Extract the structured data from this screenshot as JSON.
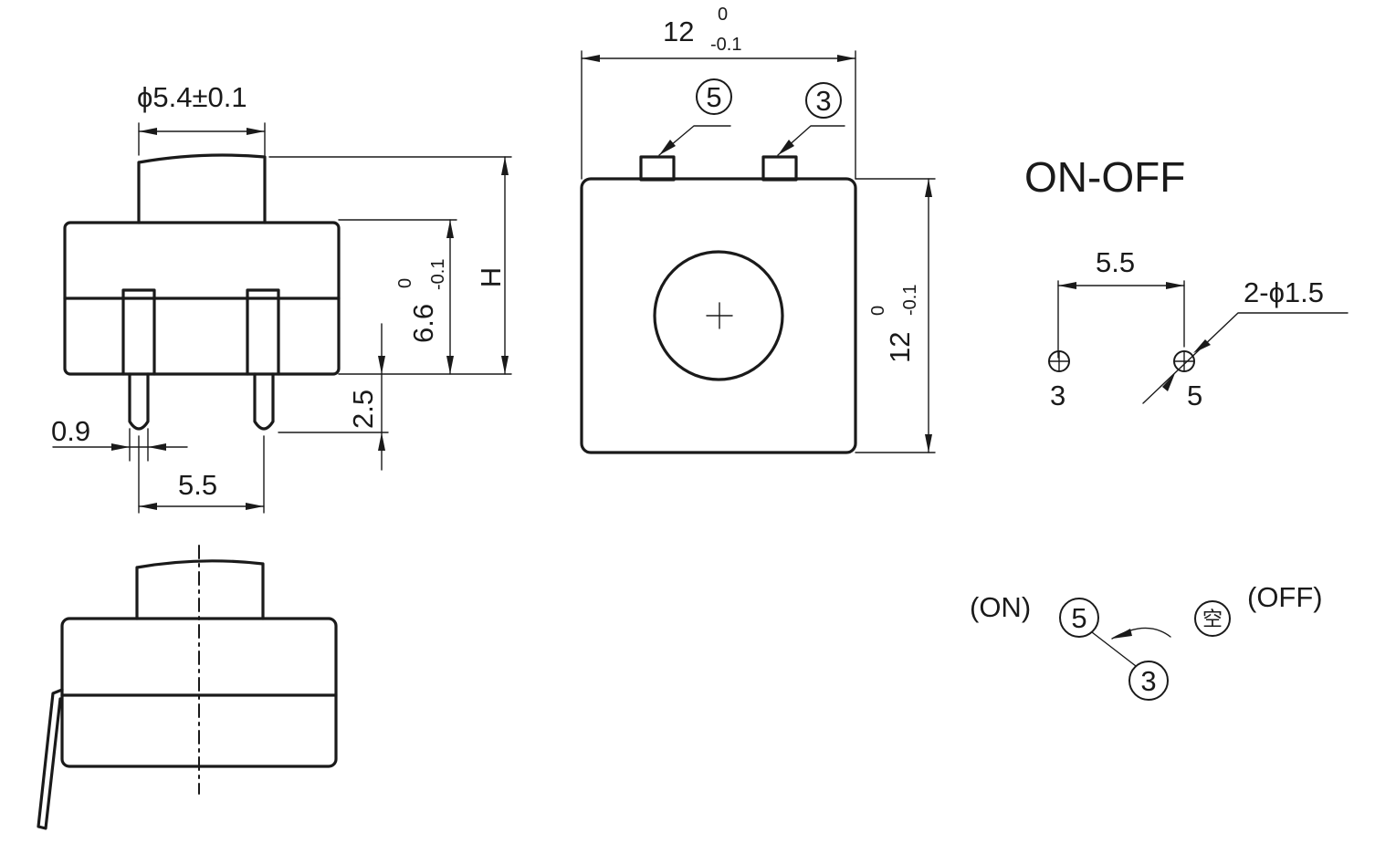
{
  "side_view": {
    "dim_diameter": "ϕ5.4±0.1",
    "dim_height_var": "H",
    "dim_body_height": "6.6",
    "dim_body_height_tol_upper": "0",
    "dim_body_height_tol_lower": "-0.1",
    "dim_pin_length": "2.5",
    "dim_pin_width": "0.9",
    "dim_pin_pitch": "5.5"
  },
  "top_view": {
    "dim_width": "12",
    "dim_width_tol_upper": "0",
    "dim_width_tol_lower": "-0.1",
    "dim_height": "12",
    "dim_height_tol_upper": "0",
    "dim_height_tol_lower": "-0.1",
    "terminal_left": "5",
    "terminal_right": "3"
  },
  "pcb_layout": {
    "title": "ON-OFF",
    "dim_pitch": "5.5",
    "dim_hole": "2-ϕ1.5",
    "hole_left_label": "3",
    "hole_right_label": "5"
  },
  "schematic": {
    "on_label": "(ON)",
    "off_label": "(OFF)",
    "terminal_on": "5",
    "terminal_common": "3",
    "terminal_off": "空"
  }
}
